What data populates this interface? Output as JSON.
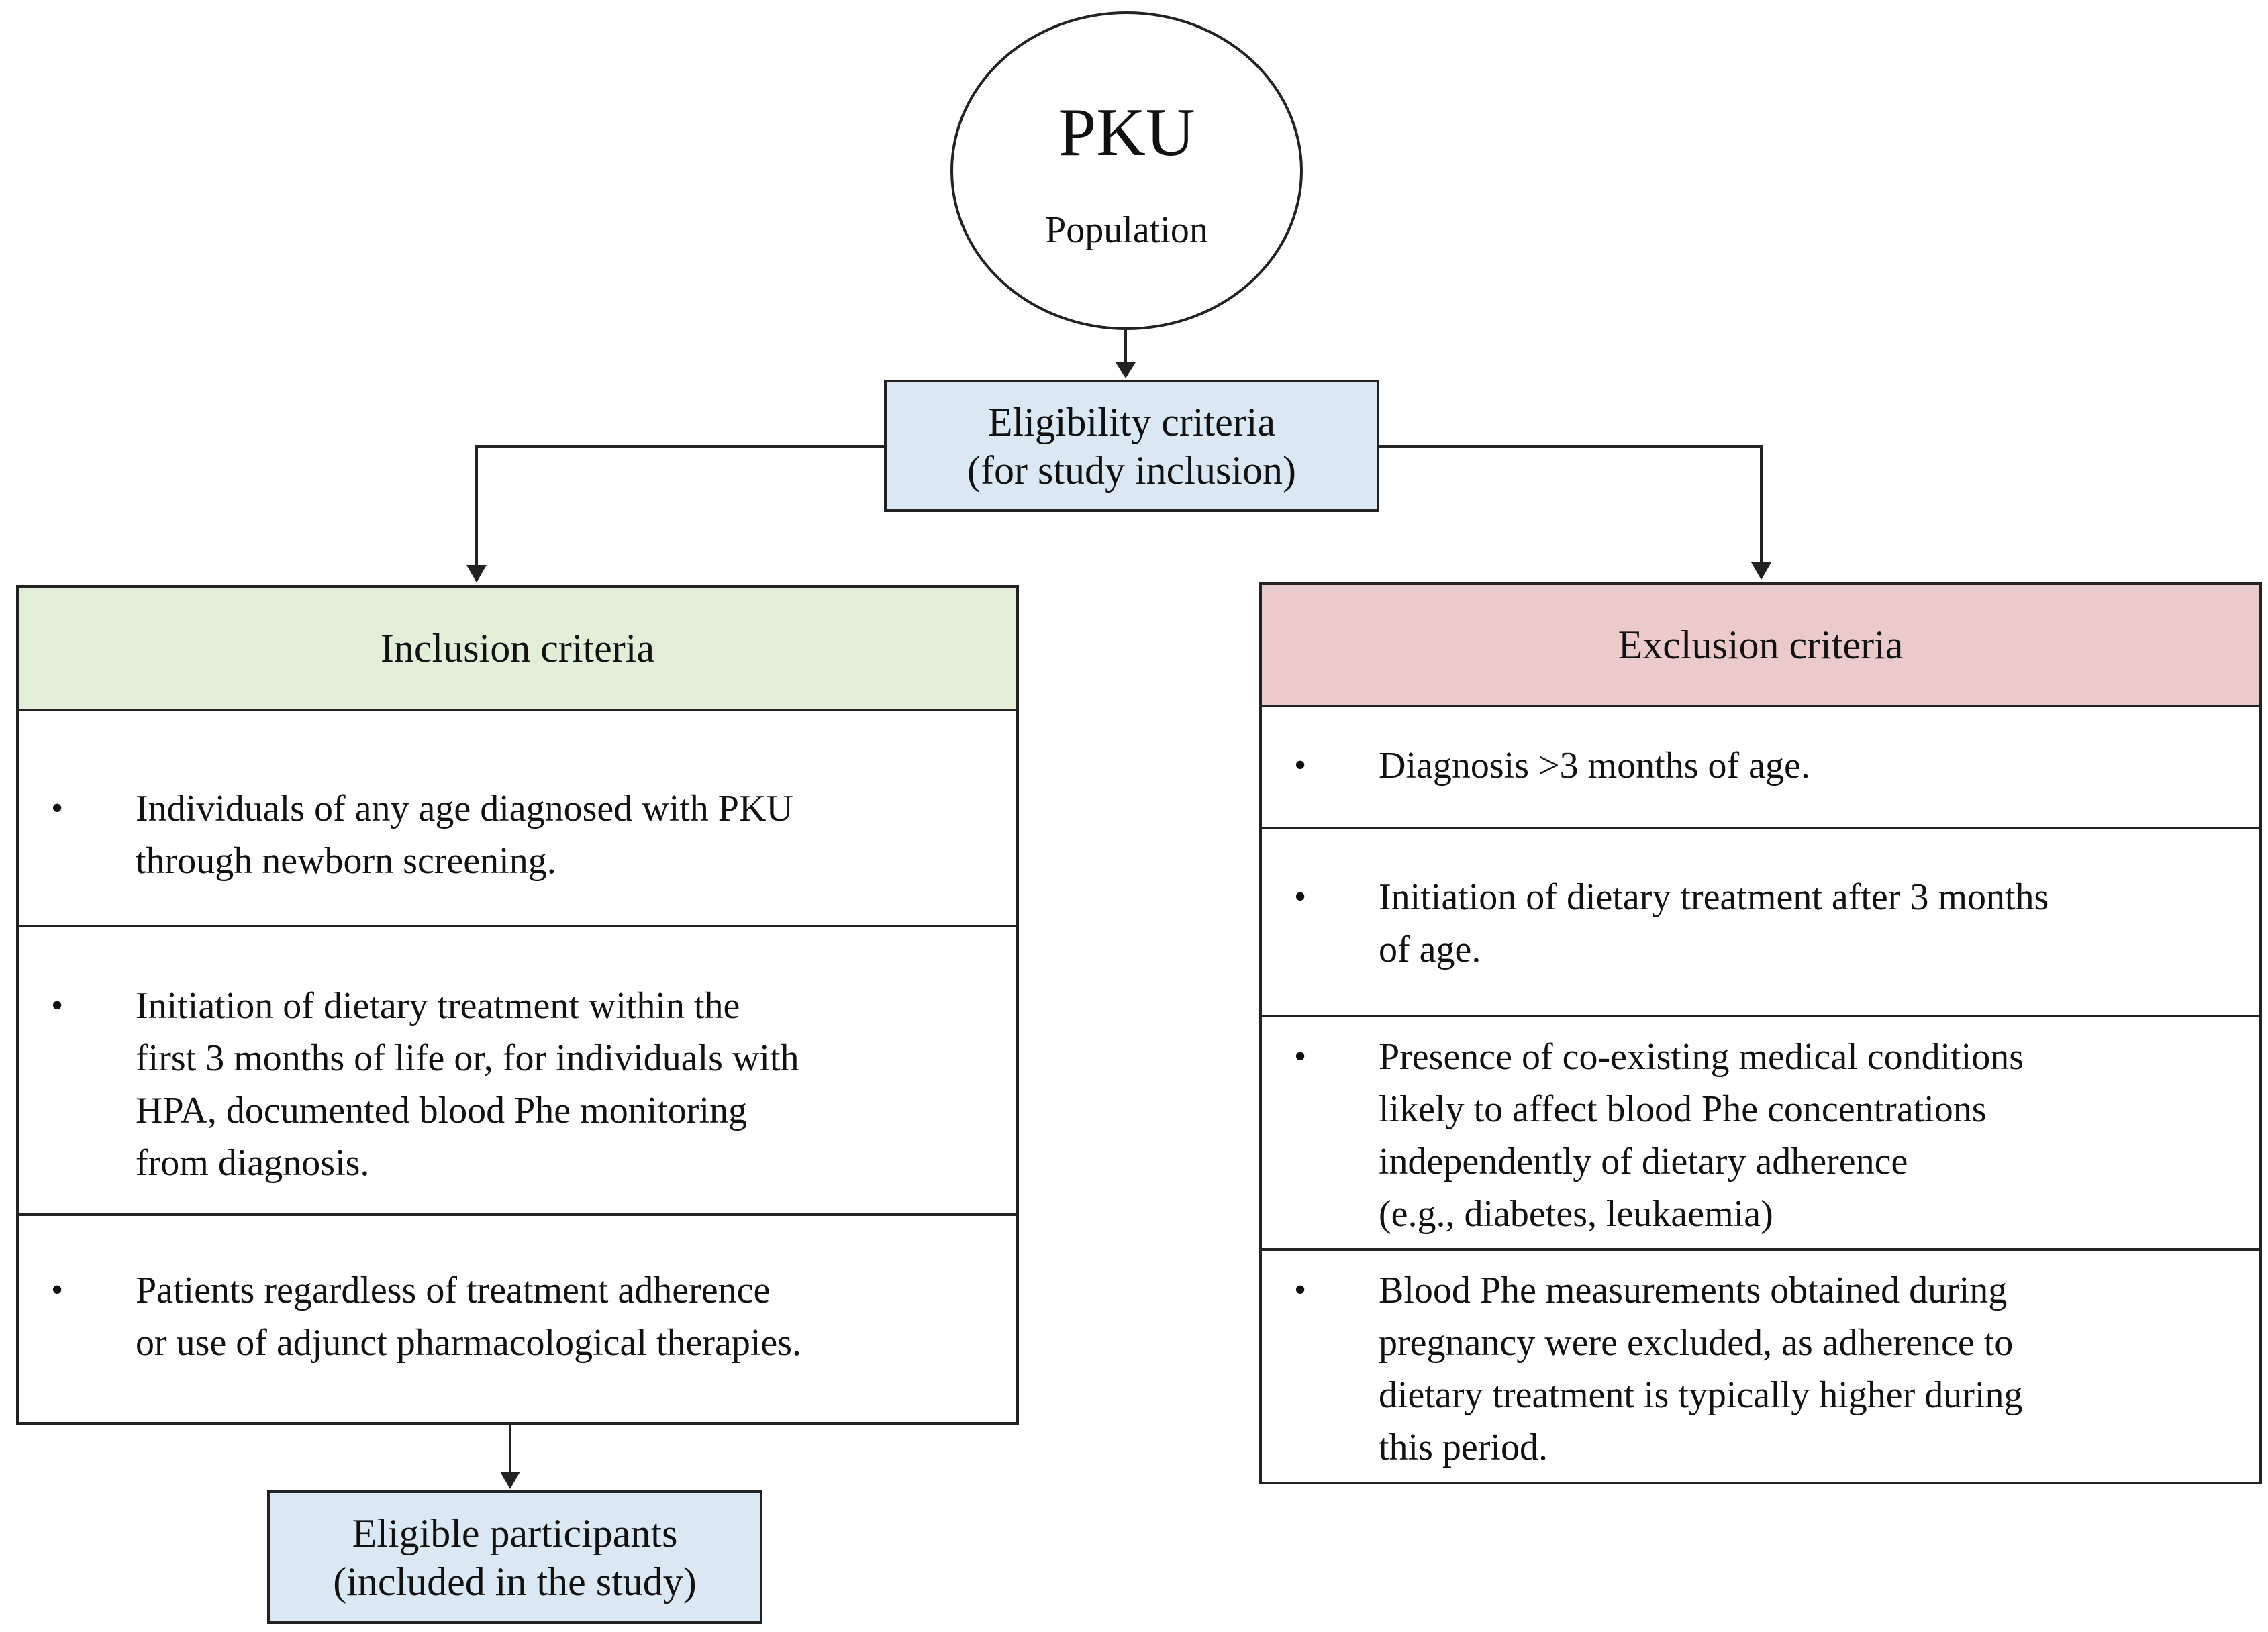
{
  "population": {
    "title": "PKU",
    "subtitle": "Population"
  },
  "eligibility": {
    "line1": "Eligibility criteria",
    "line2": "(for study inclusion)"
  },
  "inclusion": {
    "heading": "Inclusion criteria",
    "bullet": "•",
    "items": [
      {
        "lines": [
          "Individuals of any age diagnosed with PKU",
          "through newborn screening."
        ]
      },
      {
        "lines": [
          "Initiation of dietary treatment within the",
          "first 3 months of life or, for individuals with",
          "HPA, documented blood Phe monitoring",
          "from diagnosis."
        ]
      },
      {
        "lines": [
          "Patients regardless of treatment adherence",
          "or use of adjunct pharmacological therapies."
        ]
      }
    ]
  },
  "exclusion": {
    "heading": "Exclusion criteria",
    "bullet": "•",
    "items": [
      {
        "lines": [
          "Diagnosis >3 months of age."
        ]
      },
      {
        "lines": [
          "Initiation of dietary treatment after 3 months",
          "of age."
        ]
      },
      {
        "lines": [
          "Presence of co-existing medical conditions",
          "likely to affect blood Phe concentrations",
          "independently of dietary adherence",
          "(e.g., diabetes, leukaemia)"
        ]
      },
      {
        "lines": [
          "Blood Phe measurements obtained during",
          "pregnancy were excluded, as adherence to",
          "dietary treatment is typically higher during",
          "this period."
        ]
      }
    ]
  },
  "eligible": {
    "line1": "Eligible participants",
    "line2": "(included in the study)"
  }
}
